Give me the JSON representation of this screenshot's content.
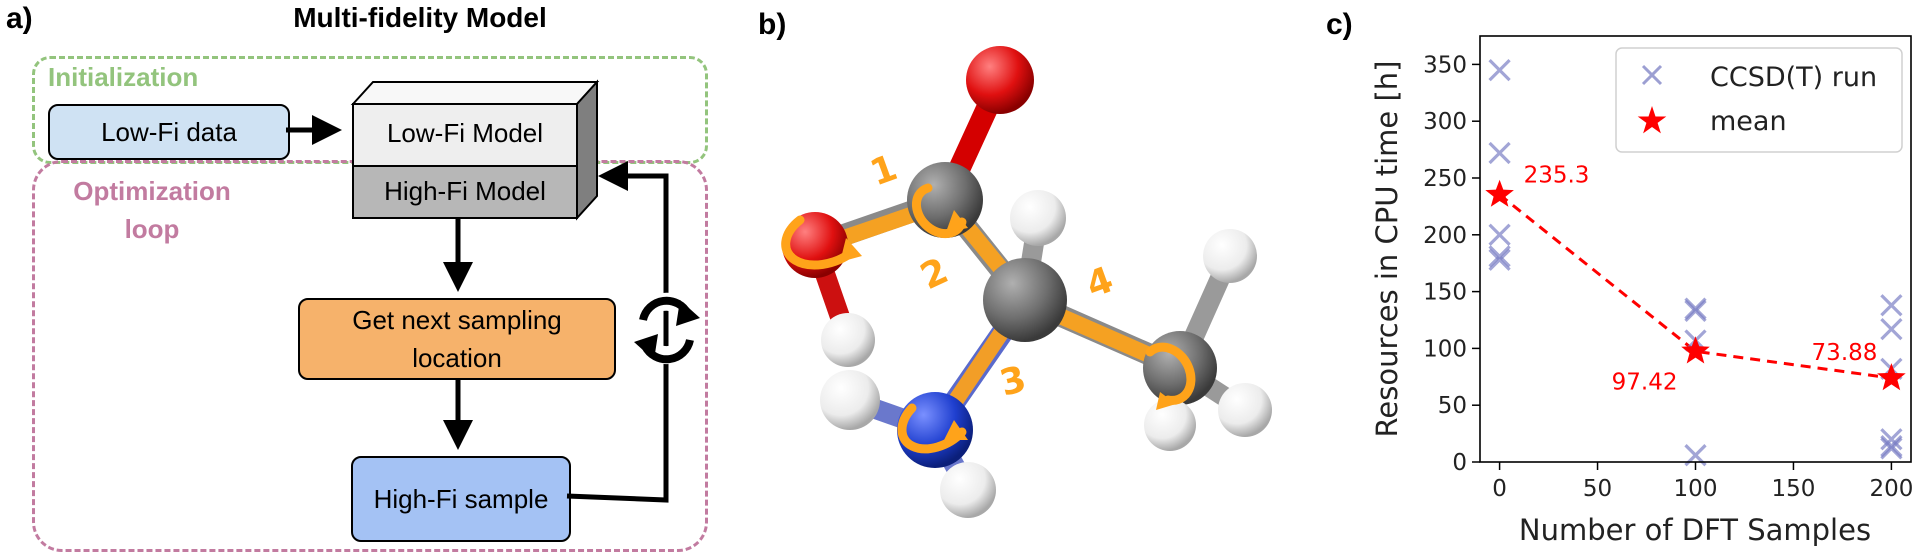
{
  "panel_a": {
    "label": "a)",
    "title": "Multi-fidelity Model",
    "groups": {
      "initialization": "Initialization",
      "optimization": "Optimization loop"
    },
    "boxes": {
      "lowfi_data": "Low-Fi data",
      "lowfi_model": "Low-Fi Model",
      "highfi_model": "High-Fi Model",
      "next_sampling": "Get next sampling location",
      "highfi_sample": "High-Fi sample"
    },
    "colors": {
      "green": "#93c47d",
      "pink": "#c27ba0",
      "orange": "#f6b26b",
      "blue": "#a4c2f4",
      "light_blue": "#cfe2f3"
    }
  },
  "panel_b": {
    "label": "b)",
    "torsion_labels": [
      "1",
      "2",
      "3",
      "4"
    ],
    "colors": {
      "arrows": "#ffa31a",
      "oxygen": "#e01010",
      "carbon": "#707070",
      "nitrogen": "#1f3fcf",
      "hydrogen": "#f0f0f0"
    }
  },
  "panel_c": {
    "label": "c)",
    "chart_data": {
      "type": "scatter",
      "xlabel": "Number of DFT Samples",
      "ylabel": "Resources in CPU time [h]",
      "xlim": [
        -10,
        210
      ],
      "ylim": [
        0,
        375
      ],
      "xticks": [
        0,
        50,
        100,
        150,
        200
      ],
      "yticks": [
        0,
        50,
        100,
        150,
        200,
        250,
        300,
        350
      ],
      "grid": false,
      "legend_position": "top-right",
      "series": [
        {
          "name": "CCSD(T) run",
          "marker": "x",
          "color": "#7b7fc4",
          "x": [
            0,
            0,
            0,
            0,
            0,
            100,
            100,
            100,
            100,
            200,
            200,
            200,
            200,
            200,
            200
          ],
          "y": [
            345,
            272,
            200,
            181,
            178,
            135,
            133,
            107,
            6,
            138,
            117,
            82,
            20,
            14,
            12
          ]
        },
        {
          "name": "mean",
          "marker": "star",
          "color": "#ff0000",
          "linestyle": "dashed",
          "x": [
            0,
            100,
            200
          ],
          "y": [
            235.3,
            97.42,
            73.88
          ],
          "labels": [
            "235.3",
            "97.42",
            "73.88"
          ]
        }
      ]
    }
  }
}
